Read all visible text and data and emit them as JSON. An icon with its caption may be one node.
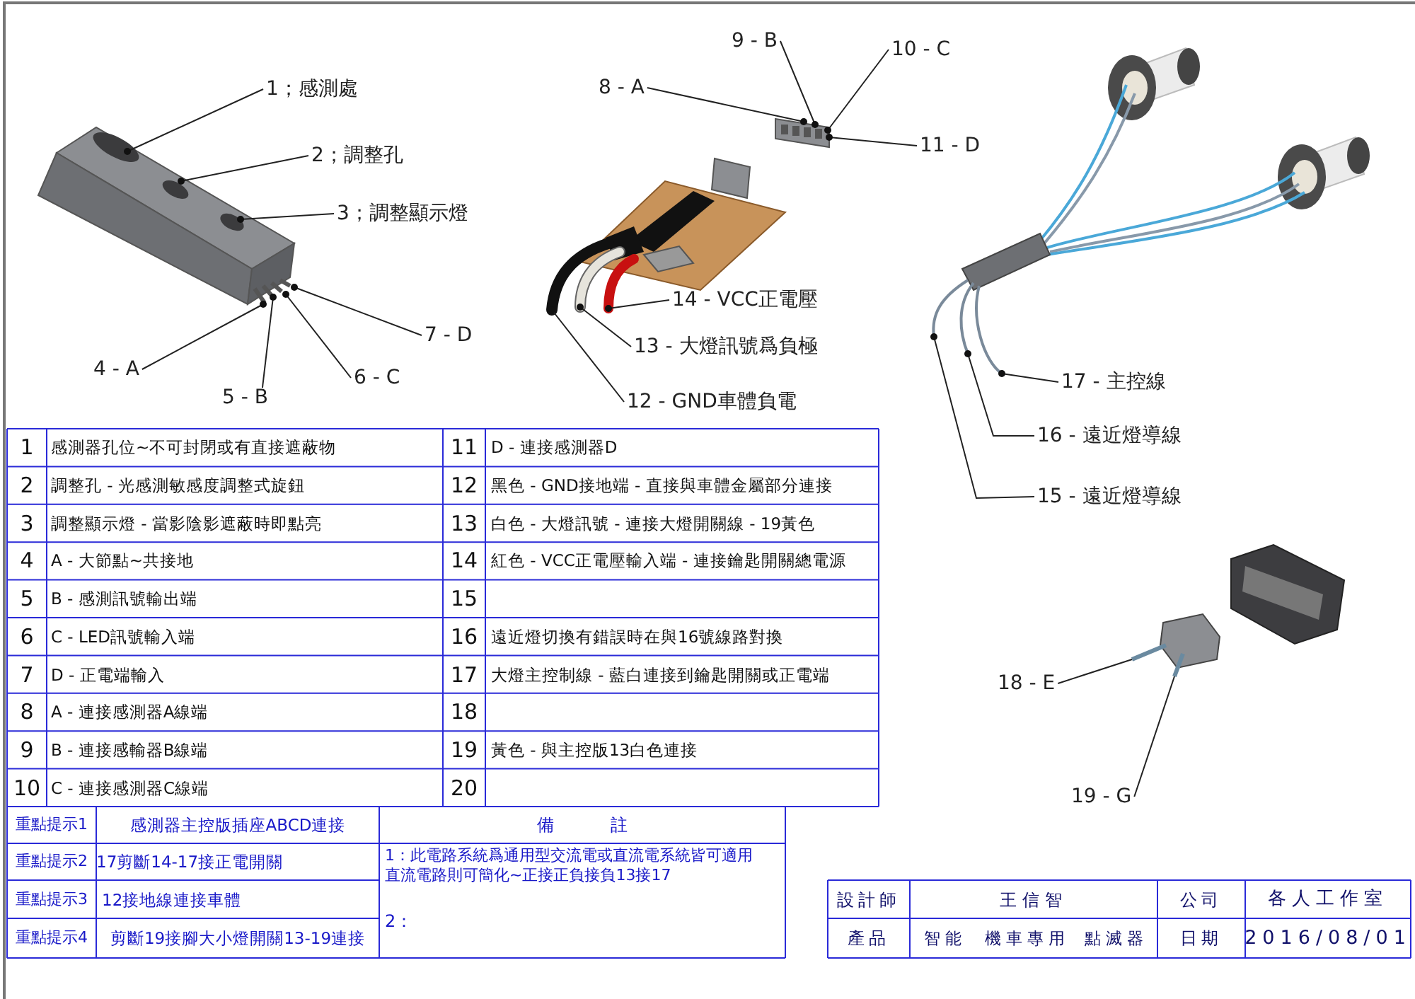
{
  "diagram": {
    "nodes": [
      {
        "text": [
          "1；感測處"
        ]
      },
      {
        "text": [
          "2；調整孔"
        ]
      },
      {
        "text": [
          "3；調整顯示燈"
        ]
      },
      {
        "text": [
          "4 - A"
        ]
      },
      {
        "text": [
          "5 - B"
        ]
      },
      {
        "text": [
          "6 - C"
        ]
      },
      {
        "text": [
          "7 - D"
        ]
      },
      {
        "text": [
          "8 - A"
        ]
      },
      {
        "text": [
          "9 - B"
        ]
      },
      {
        "text": [
          "10 - C"
        ]
      },
      {
        "text": [
          "11 - D"
        ]
      },
      {
        "text": [
          "14 - VCC正電壓"
        ]
      },
      {
        "text": [
          "13 - 大燈訊號爲負極"
        ]
      },
      {
        "text": [
          "12 - GND車體負電"
        ]
      },
      {
        "text": [
          "17 - 主控線"
        ]
      },
      {
        "text": [
          "16 - 遠近燈導線"
        ]
      },
      {
        "text": [
          "15 - 遠近燈導線"
        ]
      },
      {
        "text": [
          "18 - E"
        ]
      },
      {
        "text": [
          "19 - G"
        ]
      },
      {
        "text": [],
        "shape": "picture"
      },
      {
        "text": [],
        "shape": "picture"
      },
      {
        "text": [],
        "shape": "picture"
      },
      {
        "text": [],
        "shape": "picture"
      },
      {
        "text": [],
        "shape": "picture"
      }
    ],
    "edges": [
      {
        "from": 0,
        "to": 19,
        "arrow": "other"
      },
      {
        "from": 1,
        "to": 19,
        "arrow": "other"
      },
      {
        "from": 2,
        "to": 19,
        "arrow": "other"
      },
      {
        "from": 3,
        "to": 19,
        "arrow": "other"
      },
      {
        "from": 4,
        "to": 19,
        "arrow": "other"
      },
      {
        "from": 5,
        "to": 19,
        "arrow": "other"
      },
      {
        "from": 6,
        "to": 19,
        "arrow": "other"
      },
      {
        "from": 7,
        "to": 21,
        "arrow": "other"
      },
      {
        "from": 8,
        "to": 21,
        "arrow": "other"
      },
      {
        "from": 9,
        "to": 21,
        "arrow": "other"
      },
      {
        "from": 10,
        "to": 21,
        "arrow": "other"
      },
      {
        "from": 11,
        "to": 20,
        "arrow": "other"
      },
      {
        "from": 12,
        "to": 20,
        "arrow": "other"
      },
      {
        "from": 13,
        "to": 20,
        "arrow": "other"
      },
      {
        "from": 14,
        "to": 22,
        "arrow": "other"
      },
      {
        "from": 15,
        "to": 22,
        "arrow": "other"
      },
      {
        "from": 16,
        "to": 22,
        "arrow": "other"
      },
      {
        "from": 17,
        "to": 23,
        "arrow": "none"
      },
      {
        "from": 18,
        "to": 23,
        "arrow": "none"
      }
    ],
    "labels": [
      "1",
      "感測器孔位~不可封閉或有直接遮蔽物",
      "11",
      "D - 連接感測器D",
      "2",
      "調整孔 - 光感測敏感度調整式旋鈕",
      "12",
      "黑色 - GND接地端 - 直接與車體金屬部分連接",
      "3",
      "調整顯示燈 - 當影陰影遮蔽時即點亮",
      "13",
      "白色 - 大燈訊號 - 連接大燈開關線 - 19黃色",
      "4",
      "A - 大節點~共接地",
      "14",
      "紅色 - VCC正電壓輸入端 - 連接鑰匙開關總電源",
      "5",
      "B - 感測訊號輸出端",
      "15",
      "6",
      "C - LED訊號輸入端",
      "16",
      "遠近燈切換有錯誤時在與16號線路對換",
      "7",
      "D - 正電端輸入",
      "17",
      "大燈主控制線 - 藍白連接到鑰匙開關或正電端",
      "8",
      "A - 連接感測器A線端",
      "18",
      "9",
      "B - 連接感輸器B線端",
      "19",
      "黃色 - 與主控版13白色連接",
      "10",
      "C - 連接感測器C線端",
      "20",
      "重點提示1",
      "感測器主控版插座ABCD連接",
      "備註",
      "重點提示2",
      "17剪斷14-17接正電開關",
      "1：此電路系統爲通用型交流電或直流電系統皆可適用直流電路則可簡化~正接正負接負13接17",
      "重點提示3",
      "12接地線連接車體",
      "2：",
      "重點提示4",
      "剪斷19接腳大小燈開關13-19連接",
      "設計師",
      "王信智",
      "公司",
      "各人工作室",
      "產品",
      "智能",
      "機車專用",
      "點滅器",
      "日期",
      "2016/08/01"
    ]
  }
}
